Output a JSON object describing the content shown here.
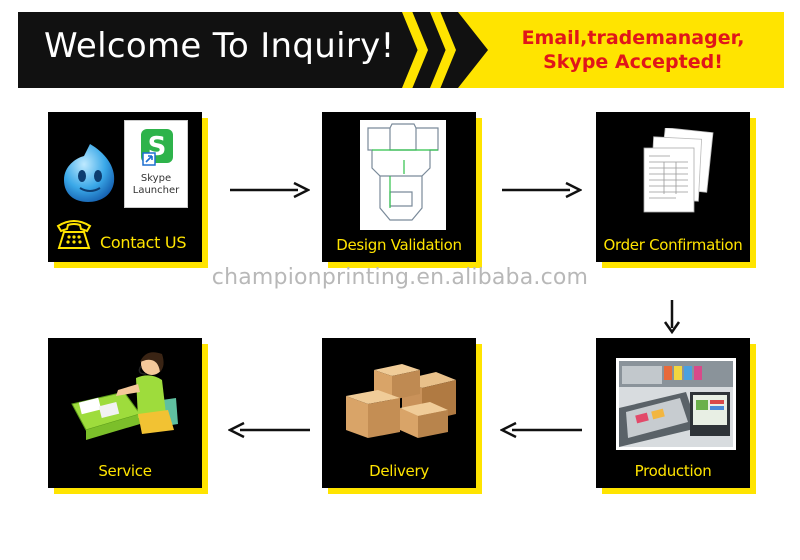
{
  "header": {
    "title": "Welcome To Inquiry!",
    "accepted_line1": "Email,trademanager,",
    "accepted_line2": "Skype Accepted!"
  },
  "steps": [
    {
      "label": "Contact US",
      "icon": "contact-icons"
    },
    {
      "label": "Design Validation",
      "icon": "box-die-line"
    },
    {
      "label": "Order Confirmation",
      "icon": "document-stack"
    },
    {
      "label": "Service",
      "icon": "customer-service-agent"
    },
    {
      "label": "Delivery",
      "icon": "cardboard-boxes"
    },
    {
      "label": "Production",
      "icon": "printing-press"
    }
  ],
  "skype_badge": {
    "line1": "Skype",
    "line2": "Launcher"
  },
  "watermark": "championprinting.en.alibaba.com",
  "colors": {
    "accent": "#ffe400",
    "banner": "#111111",
    "highlight": "#e0161a",
    "label": "#ffe400"
  }
}
